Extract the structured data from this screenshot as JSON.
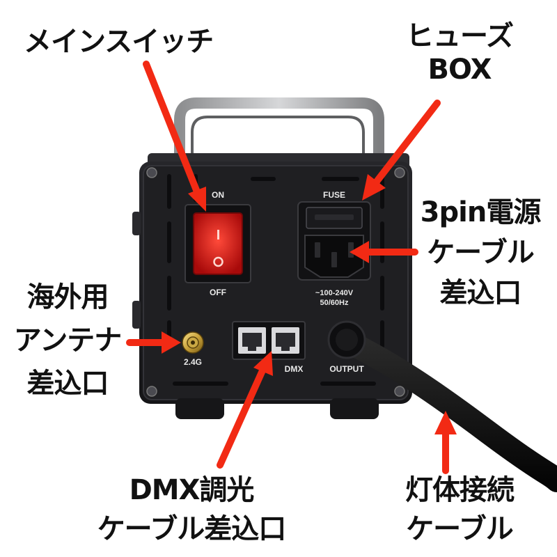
{
  "annotations": {
    "main_switch": "メインスイッチ",
    "fuse_box": [
      "ヒューズ",
      "BOX"
    ],
    "power_inlet": [
      "3pin電源",
      "ケーブル",
      "差込口"
    ],
    "antenna": [
      "海外用",
      "アンテナ",
      "差込口"
    ],
    "dmx": [
      "DMX調光",
      "ケーブル差込口"
    ],
    "fixture_cable": [
      "灯体接続",
      "ケーブル"
    ]
  },
  "panel_labels": {
    "on": "ON",
    "off": "OFF",
    "fuse": "FUSE",
    "voltage": "~100-240V",
    "frequency": "50/60Hz",
    "antenna_band": "2.4G",
    "dmx": "DMX",
    "output": "OUTPUT"
  },
  "colors": {
    "arrow": "#f22a14",
    "case": "#1d1d1f",
    "switch": "#d41212",
    "cable": "#0c0c0c",
    "handle": "#a9aaac"
  },
  "icons": [
    "arrow-icon",
    "screw-icon"
  ]
}
